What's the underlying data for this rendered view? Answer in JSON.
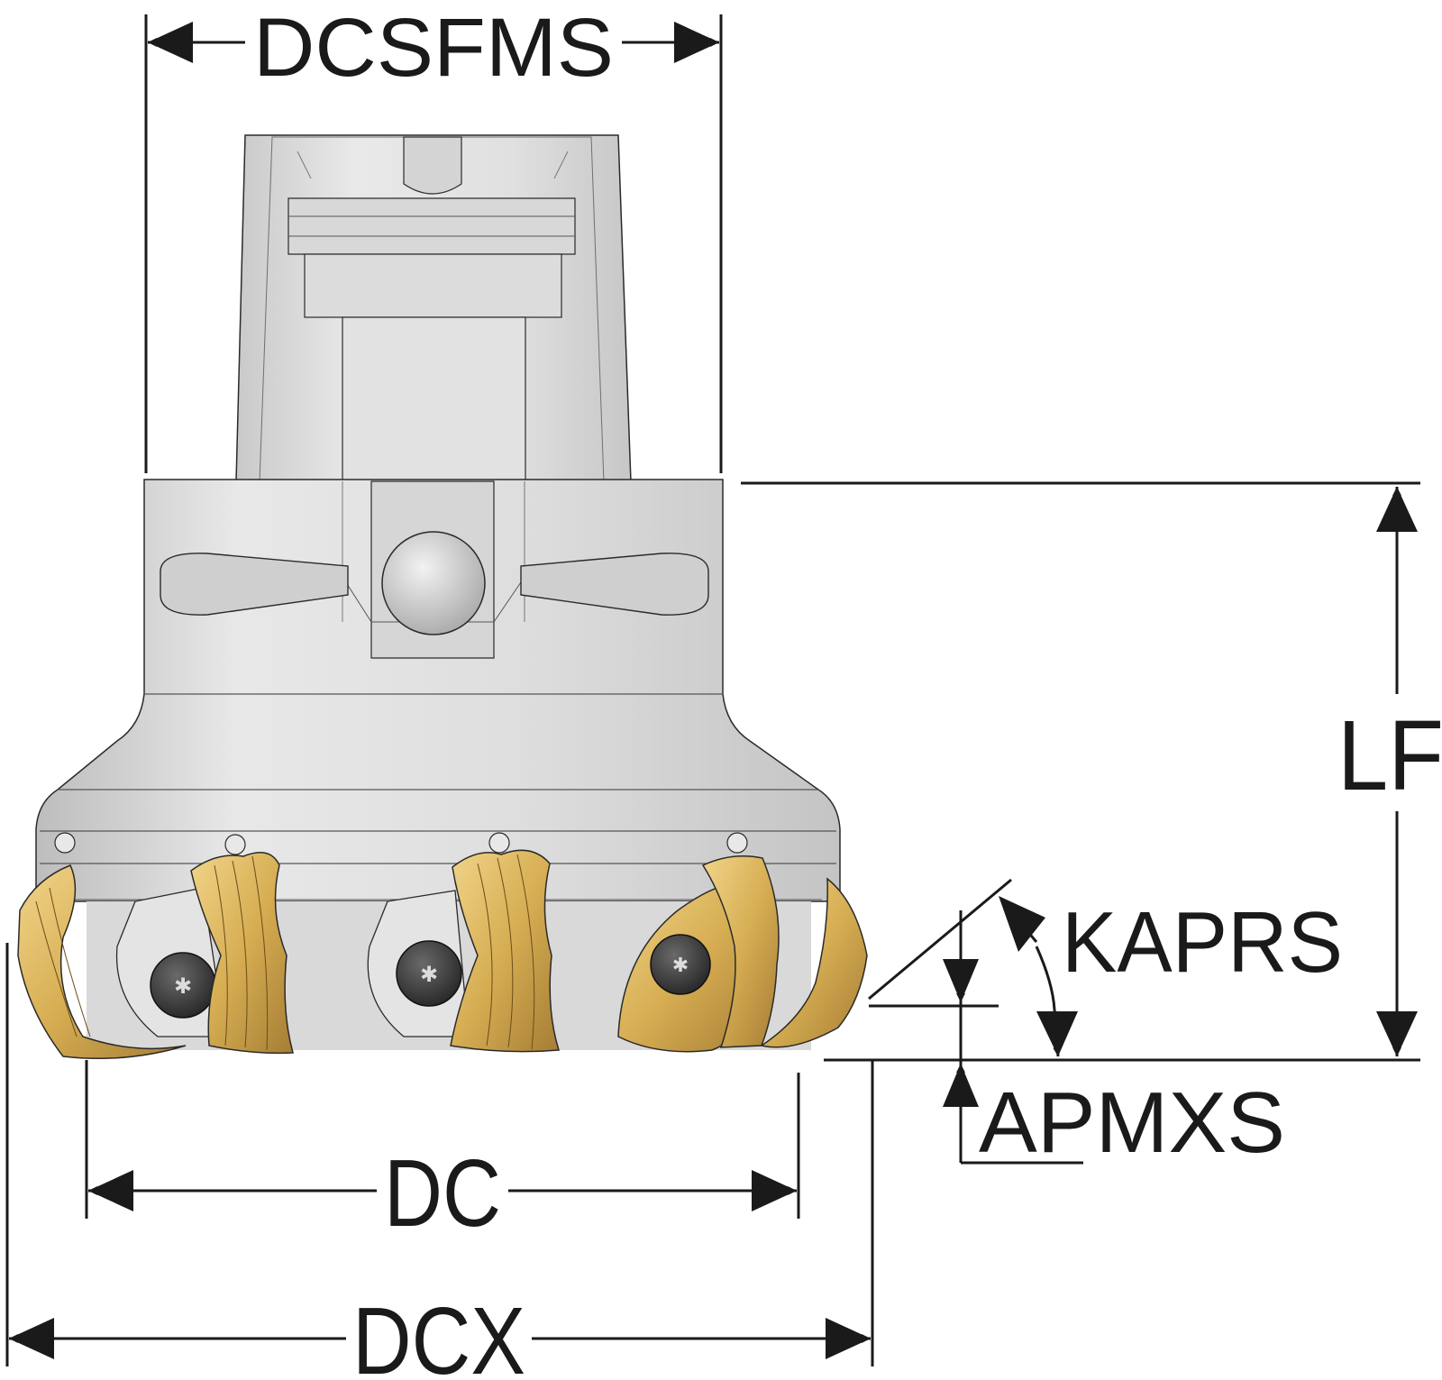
{
  "diagram": {
    "labels": {
      "dcsfms": "DCSFMS",
      "lf": "LF",
      "kaprs": "KAPRS",
      "apmxs": "APMXS",
      "dc": "DC",
      "dcx": "DCX"
    },
    "colors": {
      "body_light": "#e6e6e6",
      "body_mid": "#cfcfcf",
      "body_dark": "#b3b3b3",
      "insert_gold": "#d9b45a",
      "insert_gold_dark": "#a8823a",
      "screw": "#3a3a3a",
      "line": "#1a1a1a"
    }
  }
}
